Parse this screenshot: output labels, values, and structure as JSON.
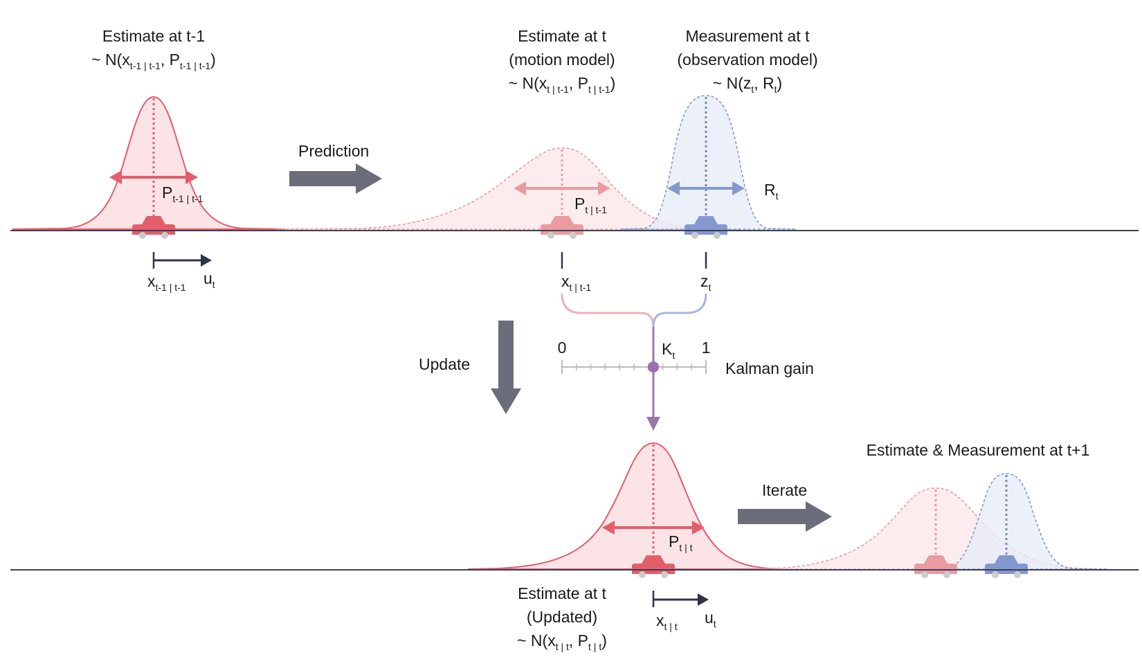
{
  "top_left": {
    "title": "Estimate at t-1",
    "dist_prefix": "~ N(x",
    "dist_sub1": "t-1 | t-1",
    "dist_mid": ", P",
    "dist_sub2": "t-1 | t-1",
    "dist_suffix": ")",
    "cov": "P",
    "cov_sub": "t-1 | t-1",
    "state": "x",
    "state_sub": "t-1 | t-1",
    "control": "u",
    "control_sub": "t"
  },
  "prediction_label": "Prediction",
  "top_mid": {
    "title": "Estimate at t",
    "subtitle": "(motion model)",
    "dist_prefix": "~ N(x",
    "dist_sub1": "t | t-1",
    "dist_mid": ", P",
    "dist_sub2": "t | t-1",
    "dist_suffix": ")",
    "cov": "P",
    "cov_sub": "t | t-1",
    "state": "x",
    "state_sub": "t | t-1"
  },
  "top_right": {
    "title": "Measurement at t",
    "subtitle": "(observation model)",
    "dist_prefix": "~ N(z",
    "dist_sub1": "t",
    "dist_mid": ", R",
    "dist_sub2": "t",
    "dist_suffix": ")",
    "cov": "R",
    "cov_sub": "t",
    "state": "z",
    "state_sub": "t"
  },
  "update_label": "Update",
  "gain": {
    "min": "0",
    "max": "1",
    "symbol": "K",
    "symbol_sub": "t",
    "label": "Kalman gain",
    "value": 0.63
  },
  "bottom_mid": {
    "title": "Estimate at t",
    "subtitle": "(Updated)",
    "dist_prefix": "~ N(x",
    "dist_sub1": "t | t",
    "dist_mid": ", P",
    "dist_sub2": "t | t",
    "dist_suffix": ")",
    "cov": "P",
    "cov_sub": "t | t",
    "state": "x",
    "state_sub": "t | t",
    "control": "u",
    "control_sub": "t"
  },
  "iterate_label": "Iterate",
  "bottom_right": {
    "title": "Estimate & Measurement at t+1"
  },
  "colors": {
    "estimate": "#e35d6a",
    "estimate_light": "#eb9a9f",
    "measurement": "#8498d0",
    "gain_dot": "#9a6fb0",
    "big_arrow": "#6b6e7a",
    "axis": "#3a4055"
  }
}
